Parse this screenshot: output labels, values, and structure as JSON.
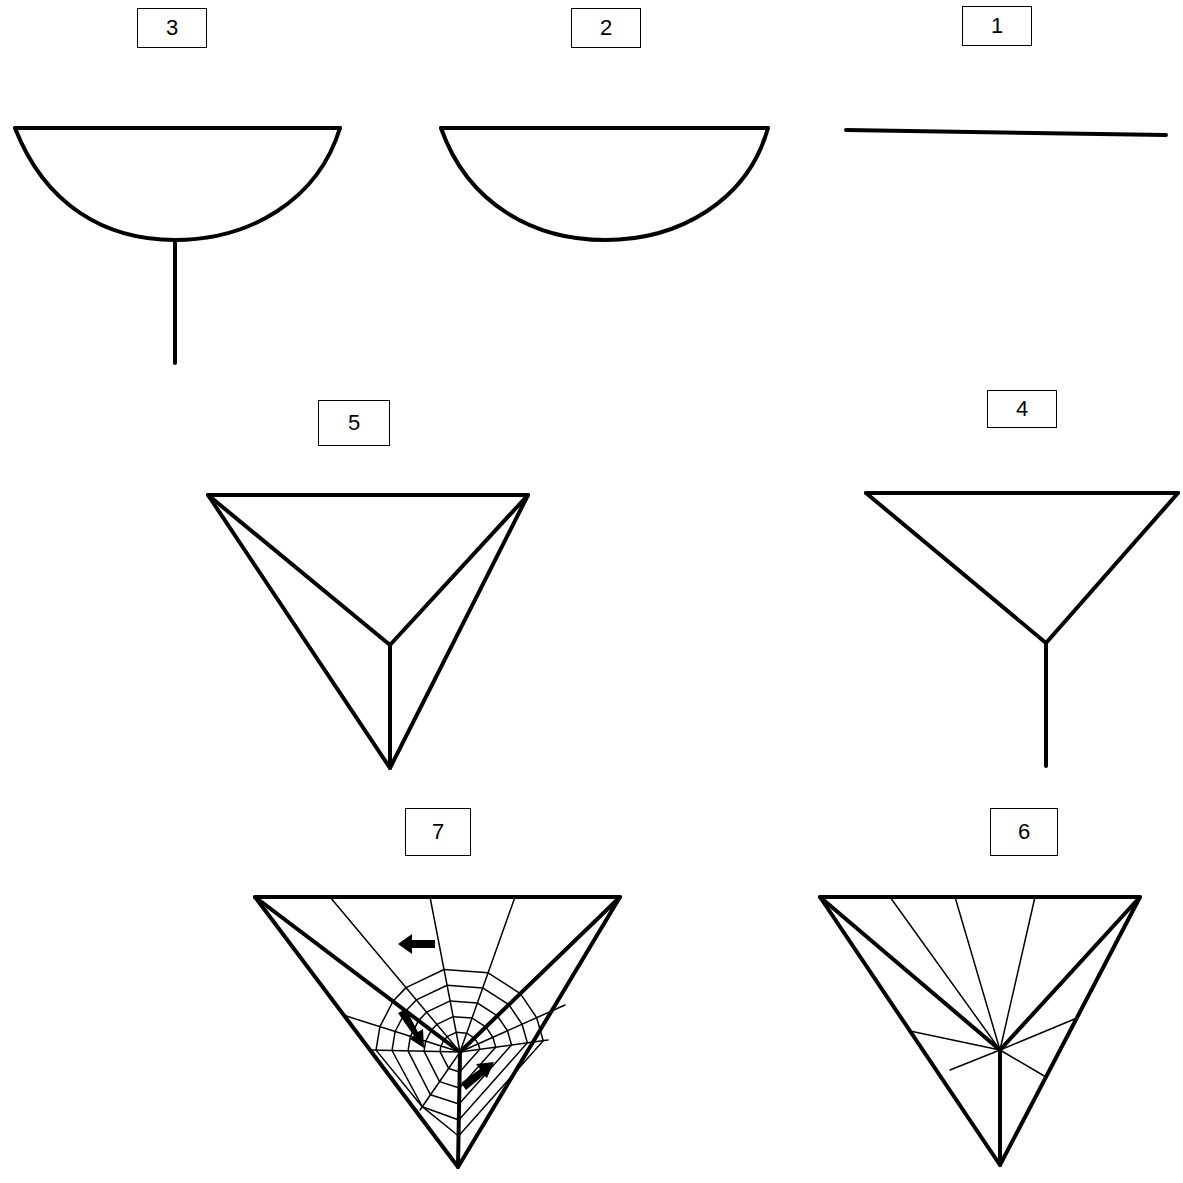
{
  "diagram": {
    "nodes": [
      {
        "text": [
          "3"
        ]
      },
      {
        "text": [
          "2"
        ]
      },
      {
        "text": [
          "1"
        ]
      },
      {
        "text": [
          "5"
        ]
      },
      {
        "text": [
          "4"
        ]
      },
      {
        "text": [
          "7"
        ]
      },
      {
        "text": [
          "6"
        ]
      }
    ]
  }
}
